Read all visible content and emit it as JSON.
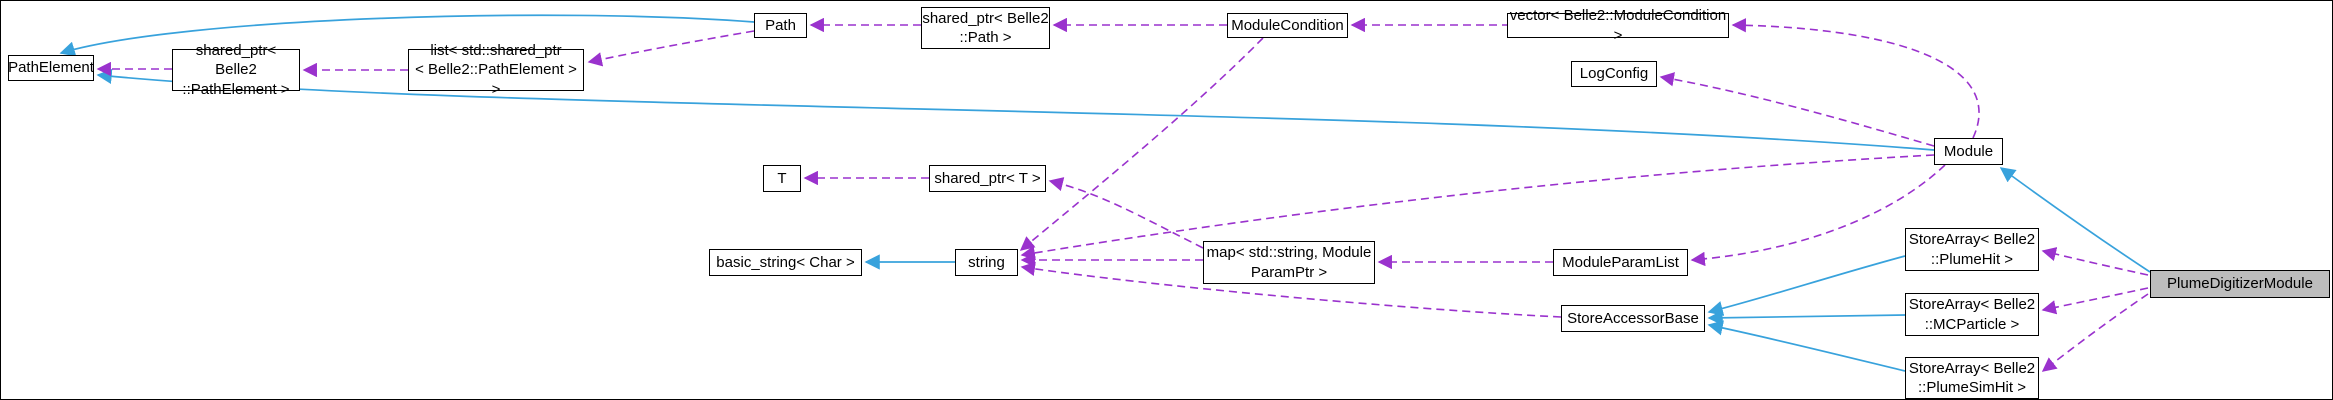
{
  "diagram": {
    "type": "doxygen-collaboration-graph",
    "highlight_node": "PlumeDigitizerModule",
    "colors": {
      "inheritance_edge": "#38a2dc",
      "usage_edge": "#9a32cd",
      "node_border": "#000000",
      "node_background": "#ffffff",
      "highlight_background": "#bdbdbd"
    },
    "nodes": {
      "pathElement": {
        "label": "PathElement"
      },
      "sharedPtrPathElement": {
        "label": "shared_ptr< Belle2\n::PathElement >"
      },
      "listSharedPtrPathElement": {
        "label": "list< std::shared_ptr\n< Belle2::PathElement > >"
      },
      "path": {
        "label": "Path"
      },
      "sharedPtrPath": {
        "label": "shared_ptr< Belle2\n::Path >"
      },
      "moduleCondition": {
        "label": "ModuleCondition"
      },
      "vectorModuleCondition": {
        "label": "vector< Belle2::ModuleCondition >"
      },
      "logConfig": {
        "label": "LogConfig"
      },
      "module": {
        "label": "Module"
      },
      "t": {
        "label": "T"
      },
      "sharedPtrT": {
        "label": "shared_ptr< T >"
      },
      "basicString": {
        "label": "basic_string< Char >"
      },
      "string": {
        "label": "string"
      },
      "mapModuleParamPtr": {
        "label": "map< std::string, Module\nParamPtr >"
      },
      "moduleParamList": {
        "label": "ModuleParamList"
      },
      "storeAccessorBase": {
        "label": "StoreAccessorBase"
      },
      "storeArrayPlumeHit": {
        "label": "StoreArray< Belle2\n::PlumeHit >"
      },
      "storeArrayMCParticle": {
        "label": "StoreArray< Belle2\n::MCParticle >"
      },
      "storeArrayPlumeSimHit": {
        "label": "StoreArray< Belle2\n::PlumeSimHit >"
      },
      "plumeDigitizerModule": {
        "label": "PlumeDigitizerModule"
      }
    },
    "edges": [
      {
        "from": "Path",
        "to": "PathElement",
        "type": "inheritance"
      },
      {
        "from": "Module",
        "to": "PathElement",
        "type": "inheritance"
      },
      {
        "from": "PlumeDigitizerModule",
        "to": "Module",
        "type": "inheritance"
      },
      {
        "from": "string",
        "to": "basic_string< Char >",
        "type": "inheritance"
      },
      {
        "from": "StoreArray< Belle2::PlumeHit >",
        "to": "StoreAccessorBase",
        "type": "inheritance"
      },
      {
        "from": "StoreArray< Belle2::MCParticle >",
        "to": "StoreAccessorBase",
        "type": "inheritance"
      },
      {
        "from": "StoreArray< Belle2::PlumeSimHit >",
        "to": "StoreAccessorBase",
        "type": "inheritance"
      },
      {
        "from": "shared_ptr< Belle2::PathElement >",
        "to": "PathElement",
        "type": "usage"
      },
      {
        "from": "list< std::shared_ptr< Belle2::PathElement > >",
        "to": "shared_ptr< Belle2::PathElement >",
        "type": "usage"
      },
      {
        "from": "Path",
        "to": "list< std::shared_ptr< Belle2::PathElement > >",
        "type": "usage"
      },
      {
        "from": "shared_ptr< Belle2::Path >",
        "to": "Path",
        "type": "usage"
      },
      {
        "from": "ModuleCondition",
        "to": "shared_ptr< Belle2::Path >",
        "type": "usage"
      },
      {
        "from": "vector< Belle2::ModuleCondition >",
        "to": "ModuleCondition",
        "type": "usage"
      },
      {
        "from": "Module",
        "to": "vector< Belle2::ModuleCondition >",
        "type": "usage"
      },
      {
        "from": "Module",
        "to": "LogConfig",
        "type": "usage"
      },
      {
        "from": "Module",
        "to": "ModuleParamList",
        "type": "usage"
      },
      {
        "from": "Module",
        "to": "string",
        "type": "usage"
      },
      {
        "from": "ModuleCondition",
        "to": "string",
        "type": "usage"
      },
      {
        "from": "ModuleParamList",
        "to": "map< std::string, ModuleParamPtr >",
        "type": "usage"
      },
      {
        "from": "map< std::string, ModuleParamPtr >",
        "to": "string",
        "type": "usage"
      },
      {
        "from": "map< std::string, ModuleParamPtr >",
        "to": "shared_ptr< T >",
        "type": "usage"
      },
      {
        "from": "shared_ptr< T >",
        "to": "T",
        "type": "usage"
      },
      {
        "from": "StoreAccessorBase",
        "to": "string",
        "type": "usage"
      },
      {
        "from": "PlumeDigitizerModule",
        "to": "StoreArray< Belle2::PlumeHit >",
        "type": "usage"
      },
      {
        "from": "PlumeDigitizerModule",
        "to": "StoreArray< Belle2::MCParticle >",
        "type": "usage"
      },
      {
        "from": "PlumeDigitizerModule",
        "to": "StoreArray< Belle2::PlumeSimHit >",
        "type": "usage"
      }
    ]
  }
}
